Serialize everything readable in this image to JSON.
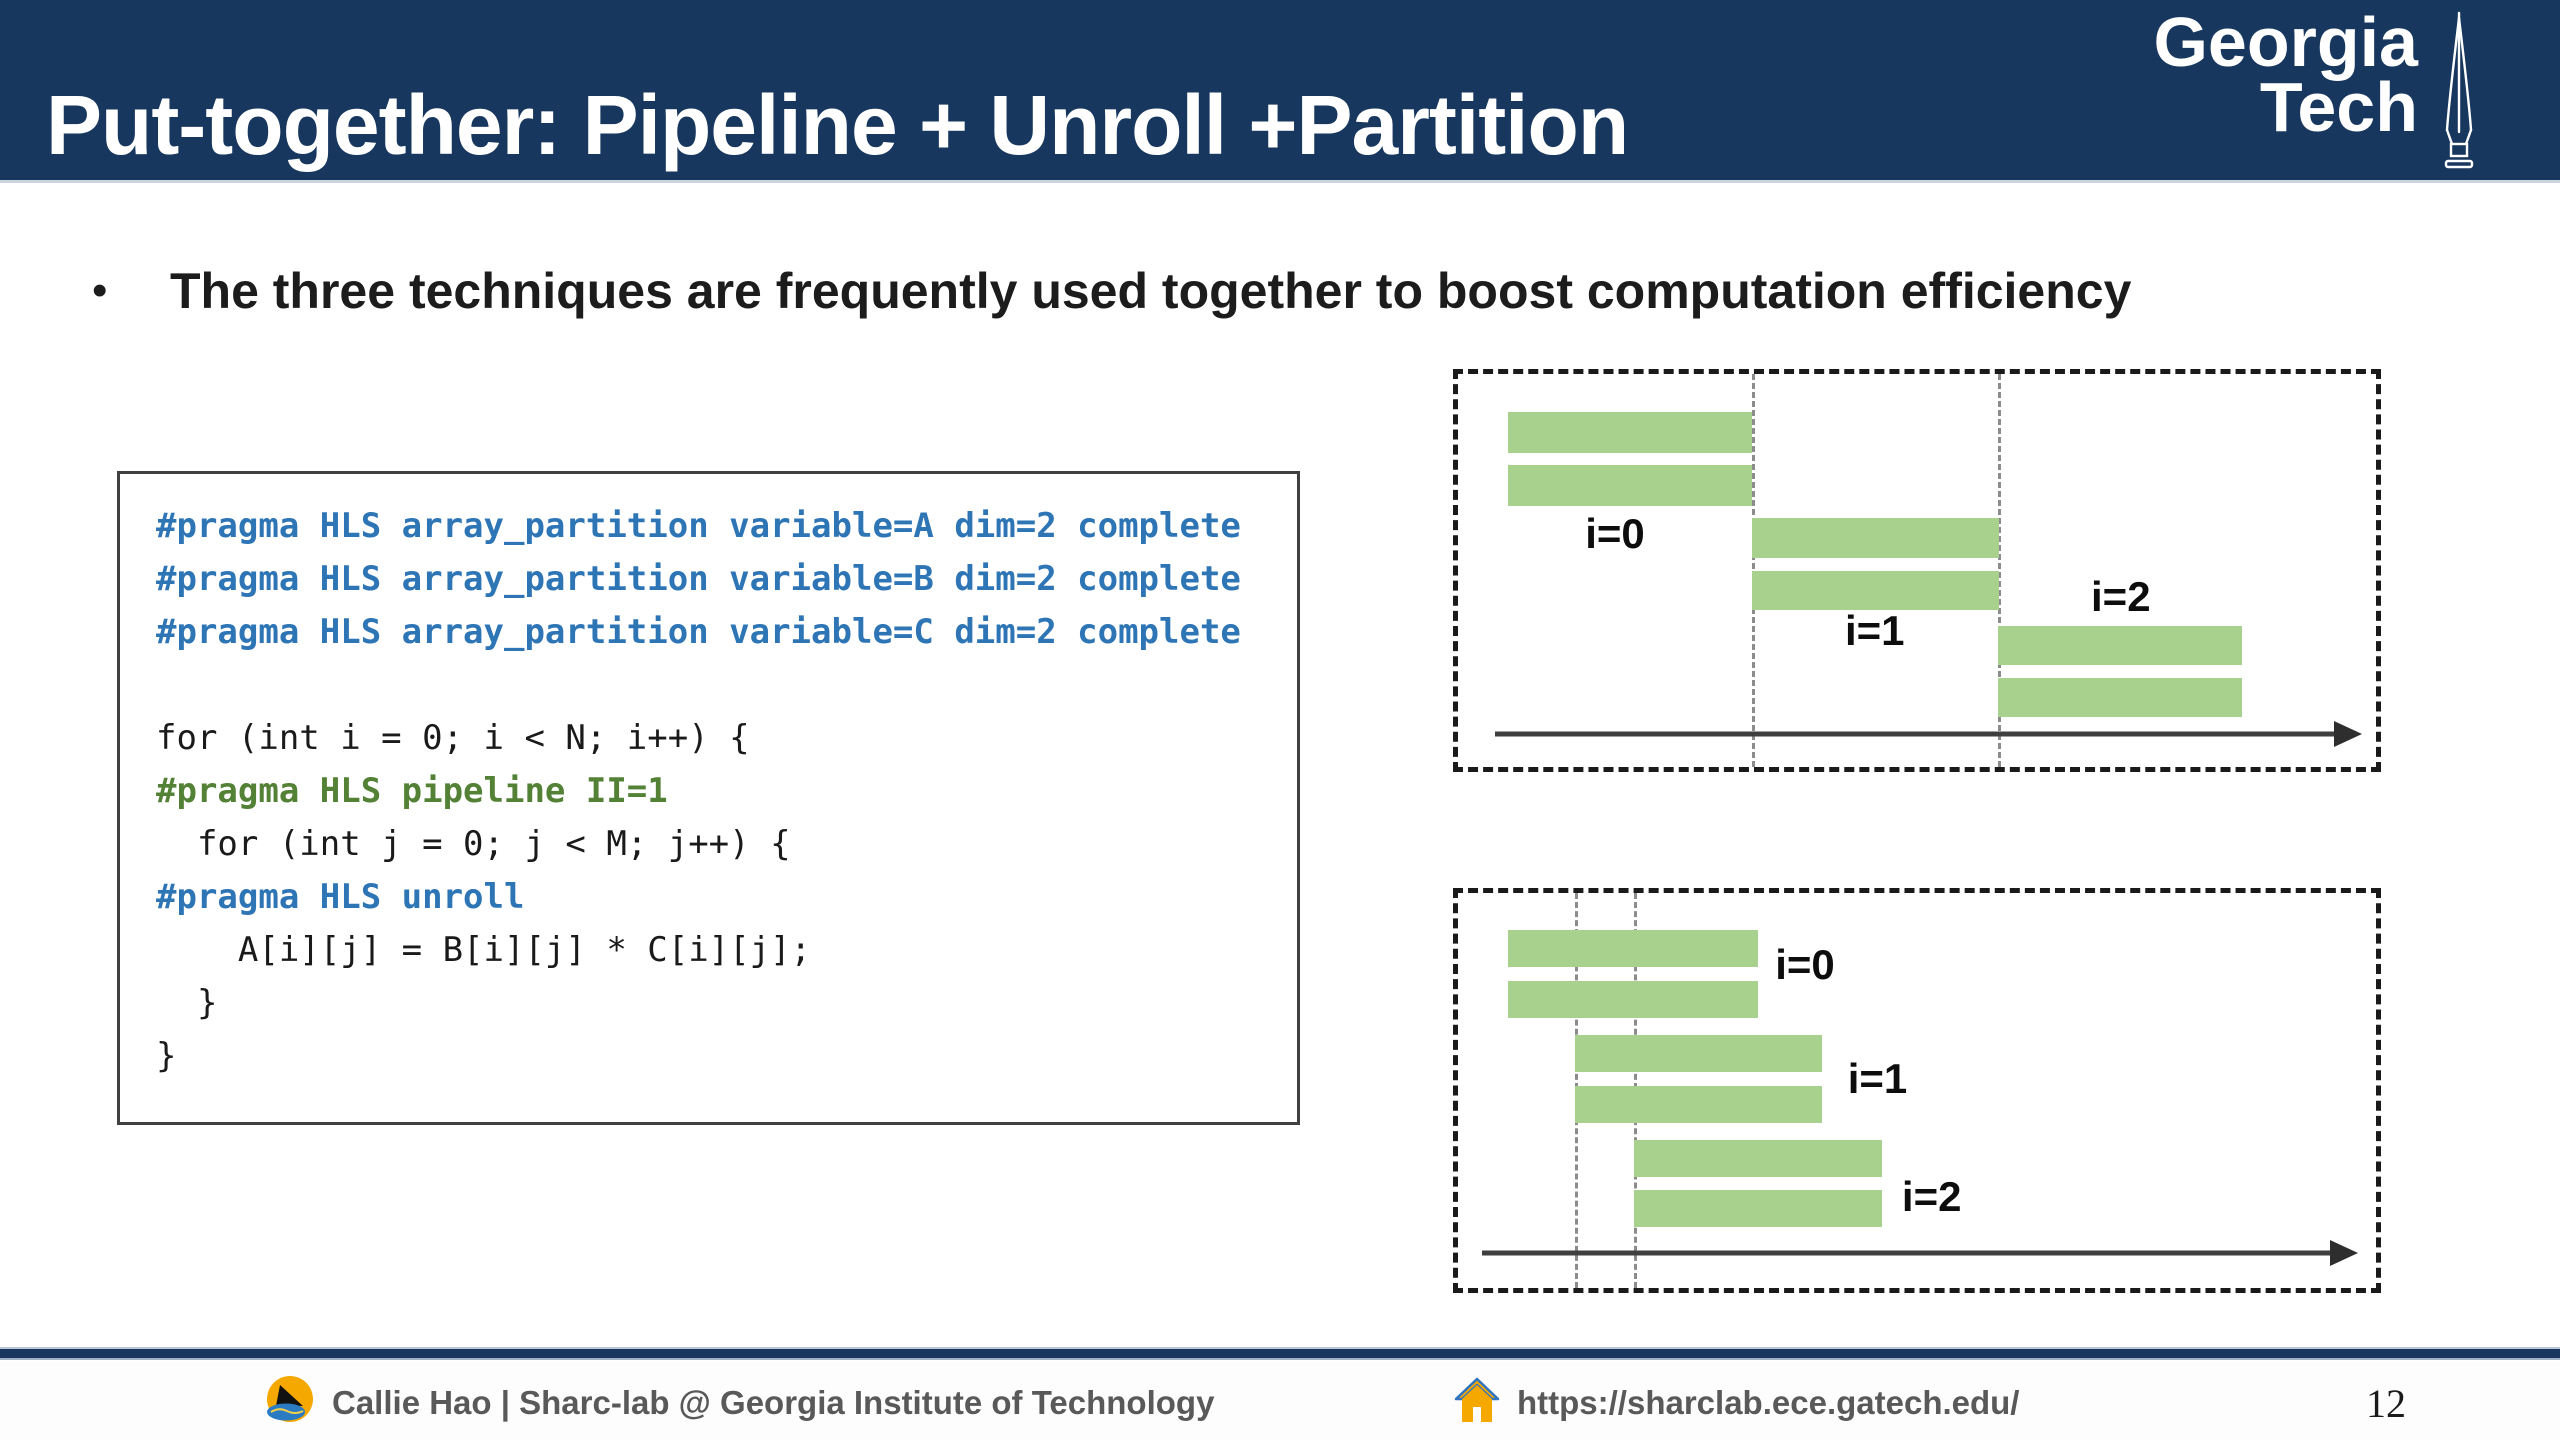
{
  "slide": {
    "title": "Put-together: Pipeline + Unroll +Partition",
    "bullet": "The three techniques are frequently used together to boost computation efficiency",
    "bullet_marker": "•",
    "page_number": "12"
  },
  "header": {
    "logo": {
      "line1": "Georgia",
      "line2": "Tech"
    }
  },
  "code": {
    "lines": [
      {
        "text": "#pragma HLS array_partition variable=A dim=2 complete",
        "color": "blue"
      },
      {
        "text": "#pragma HLS array_partition variable=B dim=2 complete",
        "color": "blue"
      },
      {
        "text": "#pragma HLS array_partition variable=C dim=2 complete",
        "color": "blue"
      },
      {
        "text": "",
        "color": "plain"
      },
      {
        "text": "for (int i = 0; i < N; i++) {",
        "color": "plain"
      },
      {
        "text": "#pragma HLS pipeline II=1",
        "color": "green"
      },
      {
        "text": "  for (int j = 0; j < M; j++) {",
        "color": "plain"
      },
      {
        "text": "#pragma HLS unroll",
        "color": "blue"
      },
      {
        "text": "    A[i][j] = B[i][j] * C[i][j];",
        "color": "plain"
      },
      {
        "text": "  }",
        "color": "plain"
      },
      {
        "text": "}",
        "color": "plain"
      }
    ]
  },
  "chart_data": [
    {
      "type": "gantt",
      "name": "sequential-iteration-schedule",
      "iterations": [
        "i=0",
        "i=1",
        "i=2"
      ],
      "bars_per_iteration": 2,
      "bar_color": "#a9d18e",
      "labels": [
        {
          "text": "i=0",
          "x": 0.171,
          "y": 0.407
        },
        {
          "text": "i=1",
          "x": 0.454,
          "y": 0.655
        },
        {
          "text": "i=2",
          "x": 0.722,
          "y": 0.568
        }
      ],
      "bars": [
        [
          0.055,
          0.097,
          0.265,
          0.104
        ],
        [
          0.055,
          0.231,
          0.265,
          0.104
        ],
        [
          0.32,
          0.367,
          0.269,
          0.1
        ],
        [
          0.32,
          0.501,
          0.269,
          0.1
        ],
        [
          0.588,
          0.64,
          0.266,
          0.1
        ],
        [
          0.588,
          0.774,
          0.266,
          0.1
        ]
      ],
      "vlines": [
        0.32,
        0.588
      ],
      "arrow": {
        "x0": 0.04,
        "x1": 0.961,
        "y": 0.916
      }
    },
    {
      "type": "gantt",
      "name": "pipelined-iteration-schedule",
      "iterations": [
        "i=0",
        "i=1",
        "i=2"
      ],
      "bars_per_iteration": 2,
      "bar_color": "#a9d18e",
      "labels": [
        {
          "text": "i=0",
          "x": 0.378,
          "y": 0.183
        },
        {
          "text": "i=1",
          "x": 0.457,
          "y": 0.472
        },
        {
          "text": "i=2",
          "x": 0.516,
          "y": 0.77
        }
      ],
      "bars": [
        [
          0.054,
          0.094,
          0.273,
          0.094
        ],
        [
          0.054,
          0.222,
          0.273,
          0.094
        ],
        [
          0.127,
          0.36,
          0.269,
          0.094
        ],
        [
          0.127,
          0.489,
          0.269,
          0.094
        ],
        [
          0.192,
          0.625,
          0.27,
          0.094
        ],
        [
          0.192,
          0.751,
          0.27,
          0.094
        ]
      ],
      "vlines": [
        0.127,
        0.192
      ],
      "arrow": {
        "x0": 0.026,
        "x1": 0.956,
        "y": 0.911
      }
    }
  ],
  "footer": {
    "author": "Callie Hao | Sharc-lab @ Georgia Institute of Technology",
    "url": "https://sharclab.ece.gatech.edu/"
  },
  "colors": {
    "navy": "#17375e",
    "green_bar": "#a9d18e",
    "code_blue": "#2e75b6",
    "code_green": "#538135",
    "gray_text": "#595959"
  }
}
